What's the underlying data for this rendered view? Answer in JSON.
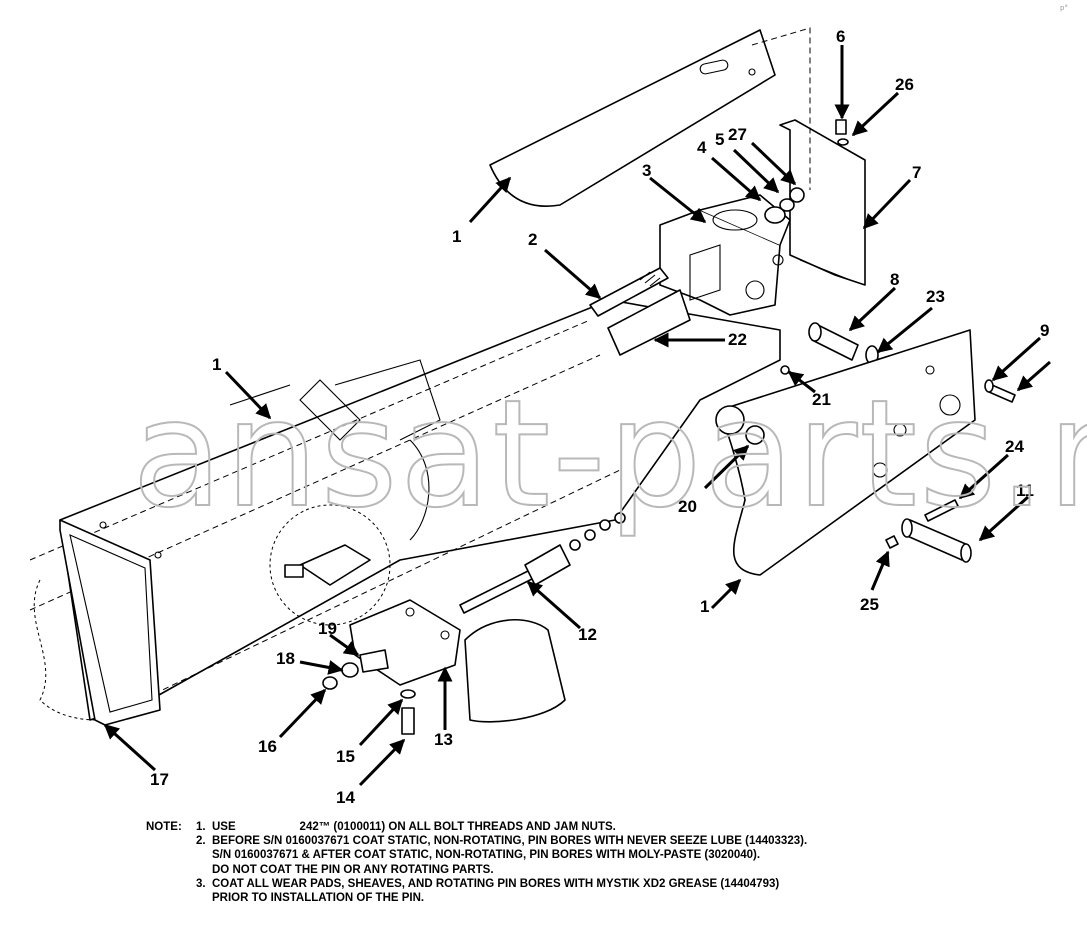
{
  "watermark": "ansat-parts.ru",
  "corner_mark": "p°",
  "callouts": [
    "1",
    "1",
    "1",
    "2",
    "3",
    "4",
    "5",
    "6",
    "7",
    "8",
    "9",
    "11",
    "12",
    "13",
    "14",
    "15",
    "16",
    "17",
    "18",
    "19",
    "20",
    "21",
    "22",
    "23",
    "24",
    "25",
    "26",
    "27"
  ],
  "notes": {
    "heading": "NOTE:",
    "items": [
      {
        "num": "1.",
        "lines": [
          "USE                    242™ (0100011) ON ALL BOLT THREADS AND JAM NUTS."
        ]
      },
      {
        "num": "2.",
        "lines": [
          "BEFORE S/N 0160037671 COAT STATIC, NON-ROTATING, PIN BORES WITH NEVER SEEZE LUBE (14403323).",
          "S/N 0160037671 & AFTER COAT STATIC, NON-ROTATING, PIN BORES WITH MOLY-PASTE (3020040).",
          "DO NOT COAT THE PIN OR ANY ROTATING PARTS."
        ]
      },
      {
        "num": "3.",
        "lines": [
          "COAT ALL WEAR PADS, SHEAVES, AND ROTATING PIN BORES WITH MYSTIK XD2 GREASE (14404793)",
          "PRIOR TO INSTALLATION OF THE PIN."
        ]
      }
    ]
  }
}
